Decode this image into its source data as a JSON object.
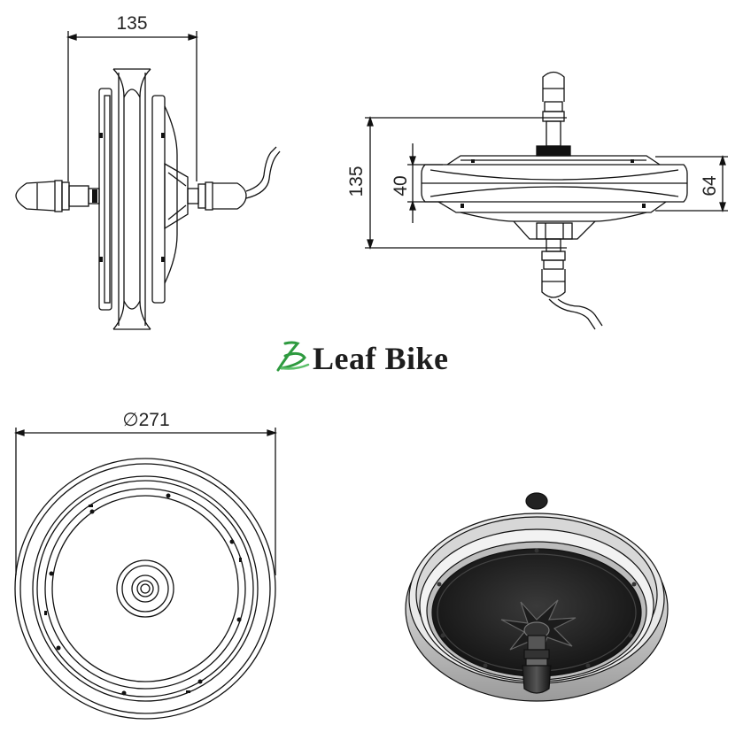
{
  "brand": {
    "name": "Leaf Bike",
    "logo_icon": "leaf-b-logo",
    "logo_color": "#2e9a3f"
  },
  "dimensions": {
    "side_width": "135",
    "front_height": "135",
    "rim_inner_width": "40",
    "rim_outer_width": "64",
    "diameter": "∅271"
  },
  "views": [
    "side-view",
    "front-view",
    "face-view",
    "perspective-view"
  ]
}
